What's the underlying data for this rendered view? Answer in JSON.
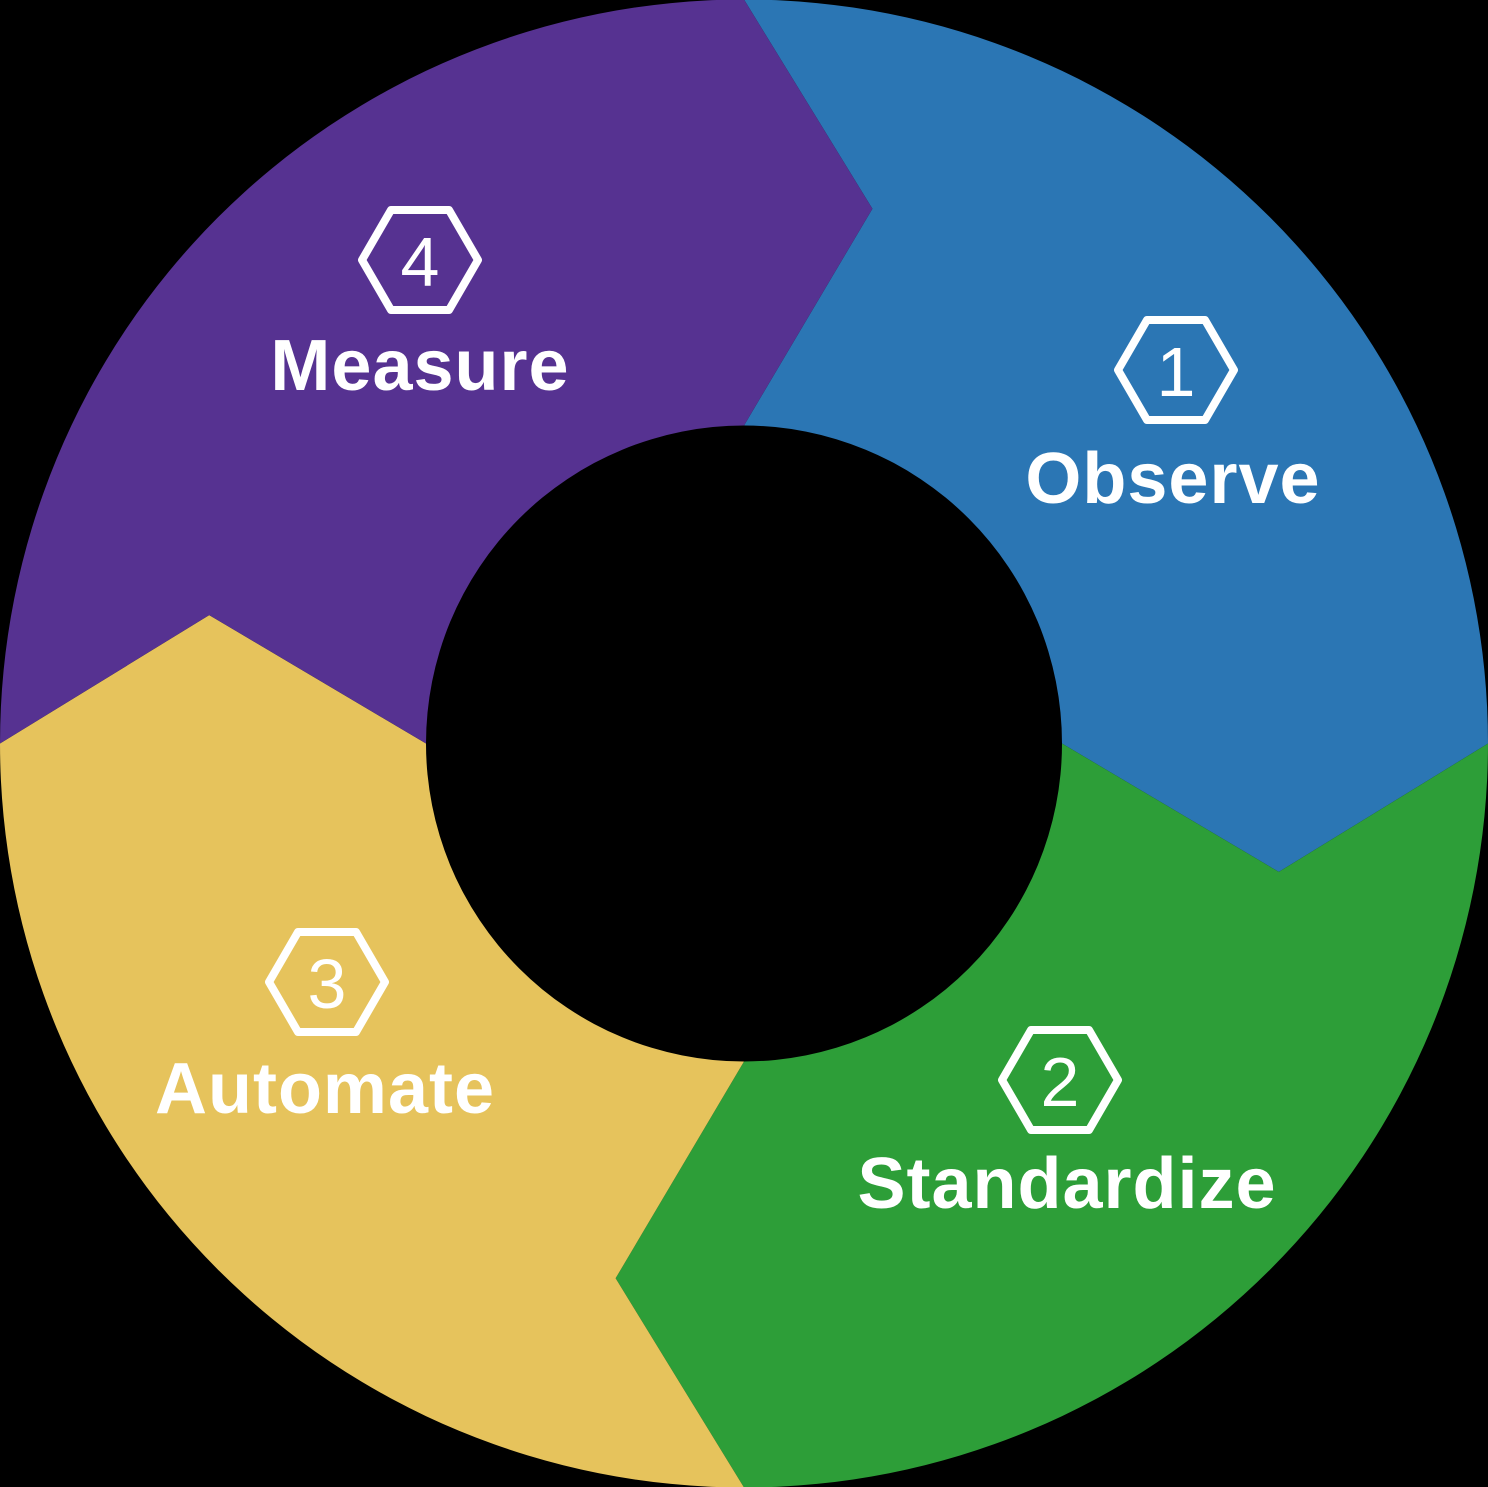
{
  "diagram": {
    "type": "cycle",
    "direction": "clockwise",
    "background_color": "#000000",
    "label_color": "#FFFFFF",
    "badge": {
      "shape": "hexagon-outline",
      "stroke_color": "#FFFFFF"
    },
    "segments": [
      {
        "id": "observe",
        "number": "1",
        "label": "Observe",
        "color": "#2B76B4",
        "position": "top-right"
      },
      {
        "id": "standardize",
        "number": "2",
        "label": "Standardize",
        "color": "#2D9E38",
        "position": "bottom-right"
      },
      {
        "id": "automate",
        "number": "3",
        "label": "Automate",
        "color": "#E6C35C",
        "position": "bottom-left"
      },
      {
        "id": "measure",
        "number": "4",
        "label": "Measure",
        "color": "#563291",
        "position": "top-left"
      }
    ]
  }
}
